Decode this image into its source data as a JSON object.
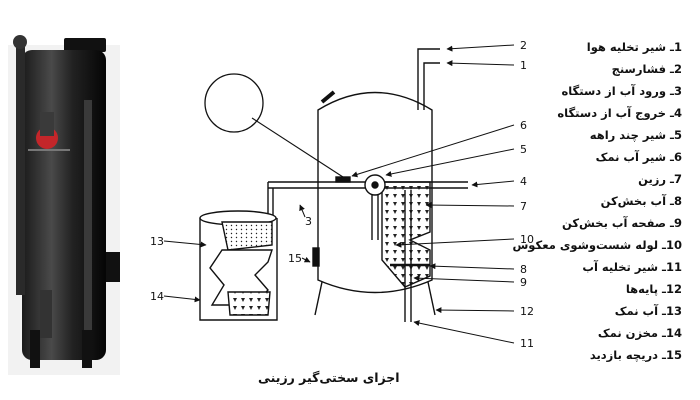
{
  "caption": "اجزای سختی‌گیر رزینی",
  "callouts": [
    "1",
    "2",
    "3",
    "4",
    "5",
    "6",
    "7",
    "8",
    "9",
    "10",
    "11",
    "12",
    "13",
    "14",
    "15"
  ],
  "legend": [
    "1ـ شیر تخلیه هوا",
    "2ـ فشارسنج",
    "3ـ ورود آب از دستگاه",
    "4ـ خروج آب از دستگاه",
    "5ـ شیر چند راهه",
    "6ـ شیر آب نمک",
    "7ـ رزین",
    "8ـ آب بخش‌کن",
    "9ـ صفحه آب بخش‌کن",
    "10ـ لوله شست‌وشوی معکوس",
    "11ـ شیر تخلیه آب",
    "12ـ پایه‌ها",
    "13ـ آب نمک",
    "14ـ مخزن نمک",
    "15ـ دریچه بازدید"
  ]
}
